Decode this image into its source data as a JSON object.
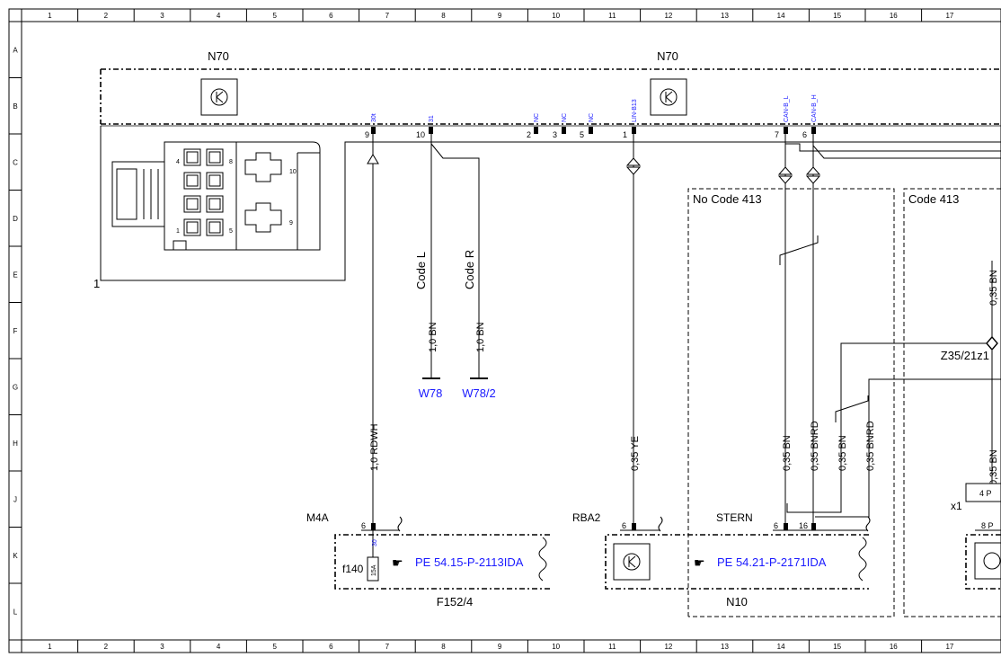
{
  "grid": {
    "columns": [
      "1",
      "2",
      "3",
      "4",
      "5",
      "6",
      "7",
      "8",
      "9",
      "10",
      "11",
      "12",
      "13",
      "14",
      "15",
      "16",
      "17"
    ],
    "rows": [
      "A",
      "B",
      "C",
      "D",
      "E",
      "F",
      "G",
      "H",
      "J",
      "K",
      "L"
    ]
  },
  "components": {
    "n70_left": "N70",
    "n70_right": "N70",
    "connector_callout": "1",
    "m4a": "M4A",
    "rba2": "RBA2",
    "stern": "STERN",
    "f140": "f140",
    "fuse_rating": "15A",
    "f152_4": "F152/4",
    "n10": "N10",
    "z35": "Z35/21z1",
    "x1": "x1",
    "x1_pin": "4 P",
    "x1_pin2": "8 P",
    "w78": "W78",
    "w78_2": "W78/2"
  },
  "regions": {
    "no_code_413": "No Code 413",
    "code_413": "Code 413",
    "code_l": "Code L",
    "code_r": "Code R"
  },
  "connector_pins": {
    "p9": "9",
    "p10": "10",
    "p2": "2",
    "p3": "3",
    "p5": "5",
    "p1": "1",
    "p7": "7",
    "p6": "6",
    "cell_4": "4",
    "cell_8": "8",
    "cell_1": "1",
    "cell_5": "5",
    "cell_10": "10",
    "cell_9": "9"
  },
  "signals": {
    "s30t": "30t",
    "s31": "31",
    "nc1": "NC",
    "nc2": "NC",
    "nc3": "NC",
    "lin": "LIN-B13",
    "can_l": "CAN-B_L",
    "can_h": "CAN-B_H",
    "s30": "30"
  },
  "wires": {
    "w1": "1,0 RDWH",
    "w2": "1,0 BN",
    "w3": "1,0 BN",
    "w4": "0,35 YE",
    "w5": "0,35 BN",
    "w6": "0,35 BNRD",
    "w7": "0,35 BN",
    "w8": "0,35 BNRD",
    "w9": "0,35 BN",
    "w10": "0,35 BN"
  },
  "bottom_pins": {
    "m4a_pin": "6",
    "rba2_pin": "6",
    "stern_pin6": "6",
    "stern_pin16": "16"
  },
  "references": {
    "ref1": "PE 54.15-P-2113IDA",
    "ref2": "PE 54.21-P-2171IDA"
  }
}
